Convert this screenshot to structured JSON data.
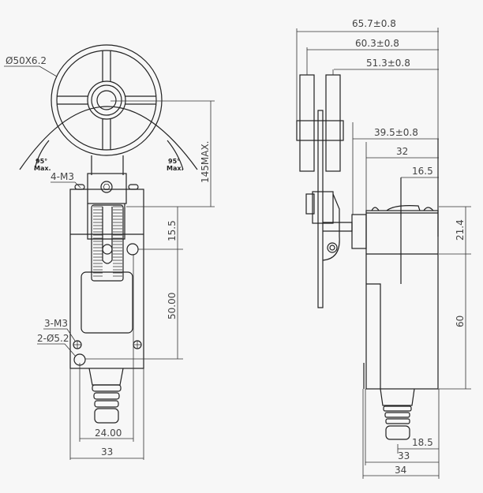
{
  "front_view": {
    "wheel_label": "Ø50X6.2",
    "screws_top_label": "4-M3",
    "angle_left": {
      "value": "95°",
      "suffix": "Max."
    },
    "angle_right": {
      "value": "95°",
      "suffix": "Max."
    },
    "height_max": "145MAX.",
    "dim_15_5": "15.5",
    "dim_50": "50.00",
    "screws_bottom_label": "3-M3",
    "holes_label": "2-Ø5.2",
    "dim_24": "24.00",
    "dim_33": "33"
  },
  "side_view": {
    "dim_65_7": "65.7±0.8",
    "dim_60_3": "60.3±0.8",
    "dim_51_3": "51.3±0.8",
    "dim_39_5": "39.5±0.8",
    "dim_32": "32",
    "dim_16_5": "16.5",
    "dim_21_4": "21.4",
    "dim_60": "60",
    "dim_18_5": "18.5",
    "dim_33": "33",
    "dim_34": "34"
  }
}
